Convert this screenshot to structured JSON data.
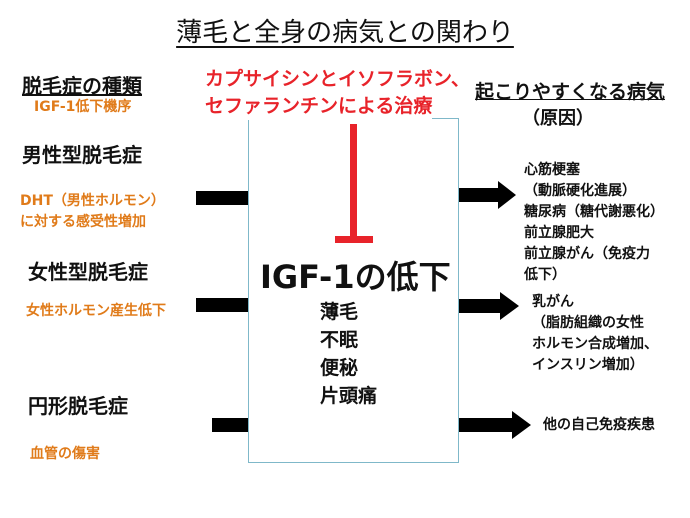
{
  "title": "薄毛と全身の病気との関わり",
  "left": {
    "header": "脱毛症の種類",
    "subheader": "IGF-1低下機序",
    "items": [
      {
        "name": "男性型脱毛症",
        "cause_lines": [
          "DHT（男性ホルモン）",
          "に対する感受性増加"
        ]
      },
      {
        "name": "女性型脱毛症",
        "cause_lines": [
          "女性ホルモン産生低下"
        ]
      },
      {
        "name": "円形脱毛症",
        "cause_lines": [
          "血管の傷害"
        ]
      }
    ]
  },
  "treatment_lines": [
    "カプサイシンとイソフラボン、",
    "セファランチンによる治療"
  ],
  "center": {
    "title": "IGF-1の低下",
    "symptoms": [
      "薄毛",
      "不眠",
      "便秘",
      "片頭痛"
    ]
  },
  "right": {
    "header": "起こりやすくなる病気",
    "subheader": "（原因）",
    "groups": [
      {
        "lines": [
          "心筋梗塞",
          "（動脈硬化進展）",
          "糖尿病（糖代謝悪化）",
          "前立腺肥大",
          "前立腺がん（免疫力",
          "低下）"
        ]
      },
      {
        "lines": [
          "乳がん",
          "（脂肪組織の女性",
          "ホルモン合成増加、",
          "インスリン増加）"
        ]
      },
      {
        "lines": [
          "他の自己免疫疾患"
        ]
      }
    ]
  },
  "colors": {
    "treatment": "#E8232A",
    "mechanism": "#E07B1A",
    "box_border": "#7FB8C9",
    "arrow": "#000000"
  }
}
